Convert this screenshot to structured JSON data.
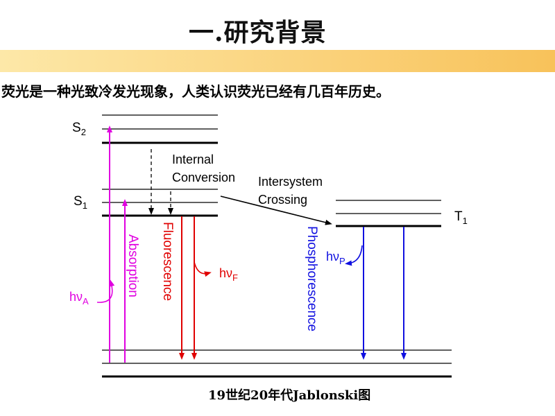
{
  "header": {
    "title": "一.研究背景"
  },
  "intro_text": "荧光是一种光致冷发光现象，人类认识荧光已经有几百年历史。",
  "caption": "19世纪20年代Jablonski图",
  "colors": {
    "band_start": "#fde8a8",
    "band_end": "#f8c25a",
    "absorption": "#e000e0",
    "fluorescence": "#e00000",
    "phosphorescence": "#1010e0",
    "levels": "#000000"
  },
  "diagram": {
    "states": {
      "S2": "S",
      "S2_sub": "2",
      "S1": "S",
      "S1_sub": "1",
      "T1": "T",
      "T1_sub": "1"
    },
    "labels": {
      "internal_conversion_1": "Internal",
      "internal_conversion_2": "Conversion",
      "intersystem_1": "Intersystem",
      "intersystem_2": "Crossing",
      "absorption": "Absorption",
      "fluorescence": "Fluorescence",
      "phosphorescence": "Phosphorescence",
      "hv": "hν",
      "hv_A_sub": "A",
      "hv_F_sub": "F",
      "hv_P_sub": "P"
    }
  }
}
